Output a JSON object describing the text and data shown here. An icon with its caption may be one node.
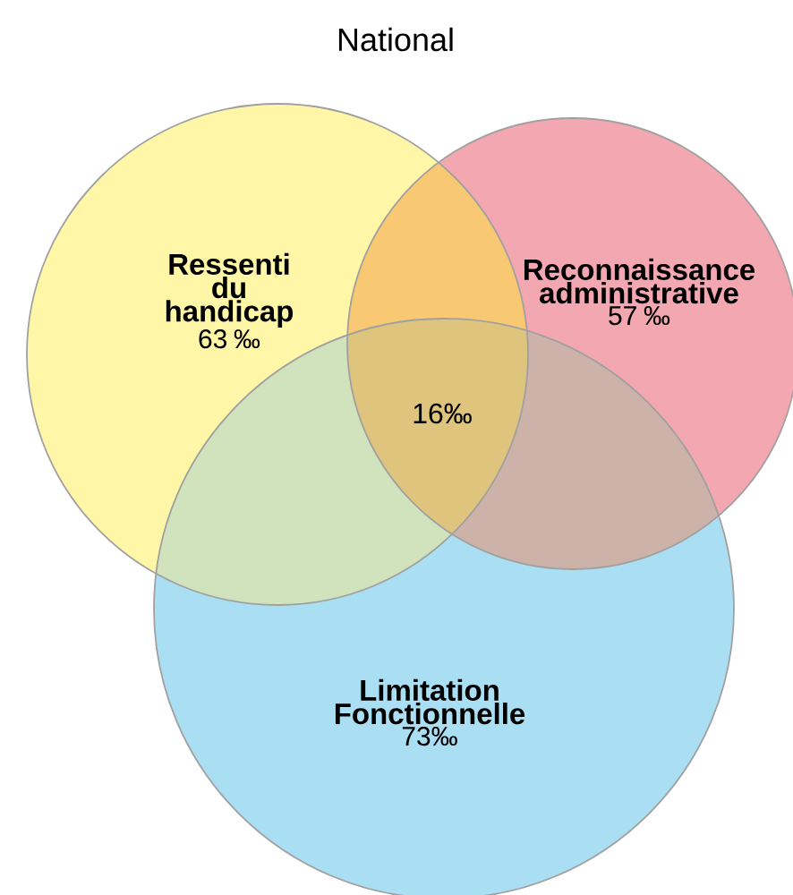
{
  "diagram": {
    "title": "National",
    "nodes": [
      {
        "text": [
          "Ressenti du handicap",
          "63 ‰"
        ]
      },
      {
        "text": [
          "Reconnaissance administrative",
          "57 ‰"
        ]
      },
      {
        "text": [
          "Limitation Fonctionnelle",
          "73‰"
        ]
      }
    ],
    "labels": [
      "16‰"
    ]
  }
}
